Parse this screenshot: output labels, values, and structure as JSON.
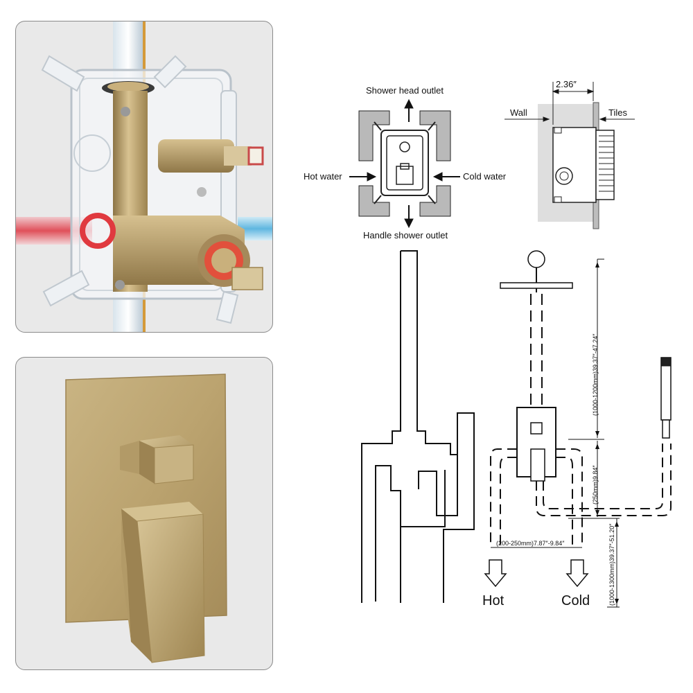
{
  "labels": {
    "shower_head_outlet": "Shower head outlet",
    "hot_water": "Hot water",
    "cold_water": "Cold water",
    "handle_shower_outlet": "Handle shower outlet",
    "wall": "Wall",
    "tiles": "Tiles",
    "depth": "2.36″",
    "hot": "Hot",
    "cold": "Cold"
  },
  "dimensions": {
    "head_height": "(1000-1200mm)39.37″-47.24″",
    "handle_height": "(250mm)9.84″",
    "inlet_spacing": "(200-250mm)7.87″-9.84″",
    "floor_height": "(1000-1300mm)39.37″-51.20″"
  },
  "colors": {
    "brass": "#c2a974",
    "brass_dark": "#9d834f",
    "hot_pipe": "#e0505a",
    "cold_pipe": "#5fb6e0",
    "panel_bg": "#e9e9e9"
  }
}
